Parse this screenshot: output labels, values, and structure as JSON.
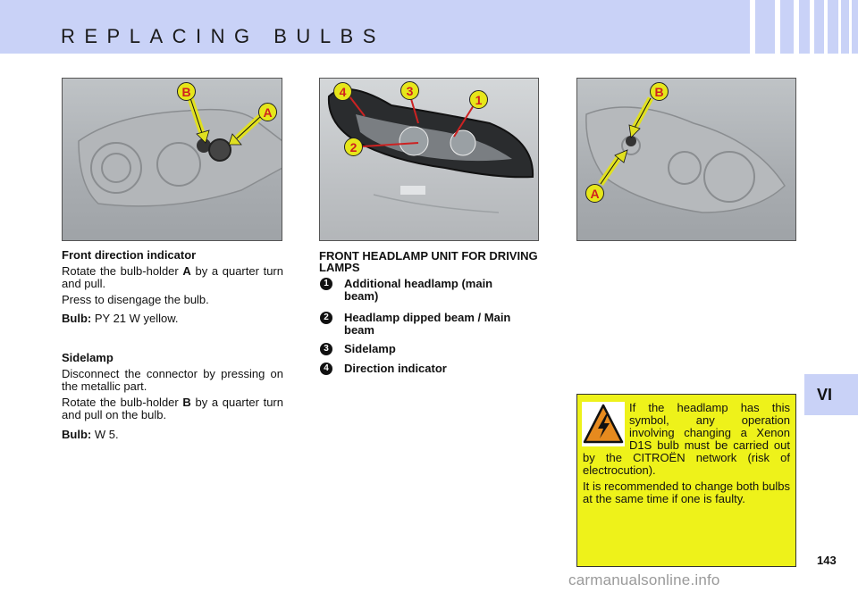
{
  "header": {
    "title": "REPLACING BULBS"
  },
  "side_tab": {
    "label": "VI"
  },
  "photo_labels": {
    "left": {
      "b": "B",
      "a": "A"
    },
    "center": {
      "n1": "1",
      "n2": "2",
      "n3": "3",
      "n4": "4"
    },
    "right": {
      "b": "B",
      "a": "A"
    }
  },
  "front_direction": {
    "title": "Front direction indicator",
    "p1_prefix": "Rotate the bulb-holder",
    "p1_letter": "A",
    "p1_suffix": "by a quarter turn and pull.",
    "p2": "Press to disengage the bulb.",
    "bulb_label": "Bulb:",
    "bulb_value": "PY 21 W yellow."
  },
  "sidelamp": {
    "title": "Sidelamp",
    "p1": "Disconnect the connector by pressing on the metallic part.",
    "p2_prefix": "Rotate the bulb-holder",
    "p2_letter": "B",
    "p2_suffix": "by a quarter turn and pull on the bulb.",
    "bulb_label": "Bulb:",
    "bulb_value": "W 5."
  },
  "headlamp_unit": {
    "title": "FRONT HEADLAMP UNIT FOR DRIVING LAMPS",
    "items": [
      {
        "num": "1",
        "label": "Additional headlamp (main beam)"
      },
      {
        "num": "2",
        "label": "Headlamp dipped beam / Main beam"
      },
      {
        "num": "3",
        "label": "Sidelamp"
      },
      {
        "num": "4",
        "label": "Direction indicator"
      }
    ]
  },
  "warning": {
    "icon": "electric-hazard-icon",
    "p1": "If the headlamp has this symbol, any operation involving changing a Xenon D1S bulb must be carried out by the CITROËN network (risk of electrocution).",
    "p2": "It is recommended to change both bulbs at the same time if one is faulty."
  },
  "page_number": "143",
  "watermark": "carmanualsonline.info",
  "colors": {
    "header": "#c9d2f7",
    "badge": "#e6e61a",
    "warning_bg": "#eef21a"
  }
}
